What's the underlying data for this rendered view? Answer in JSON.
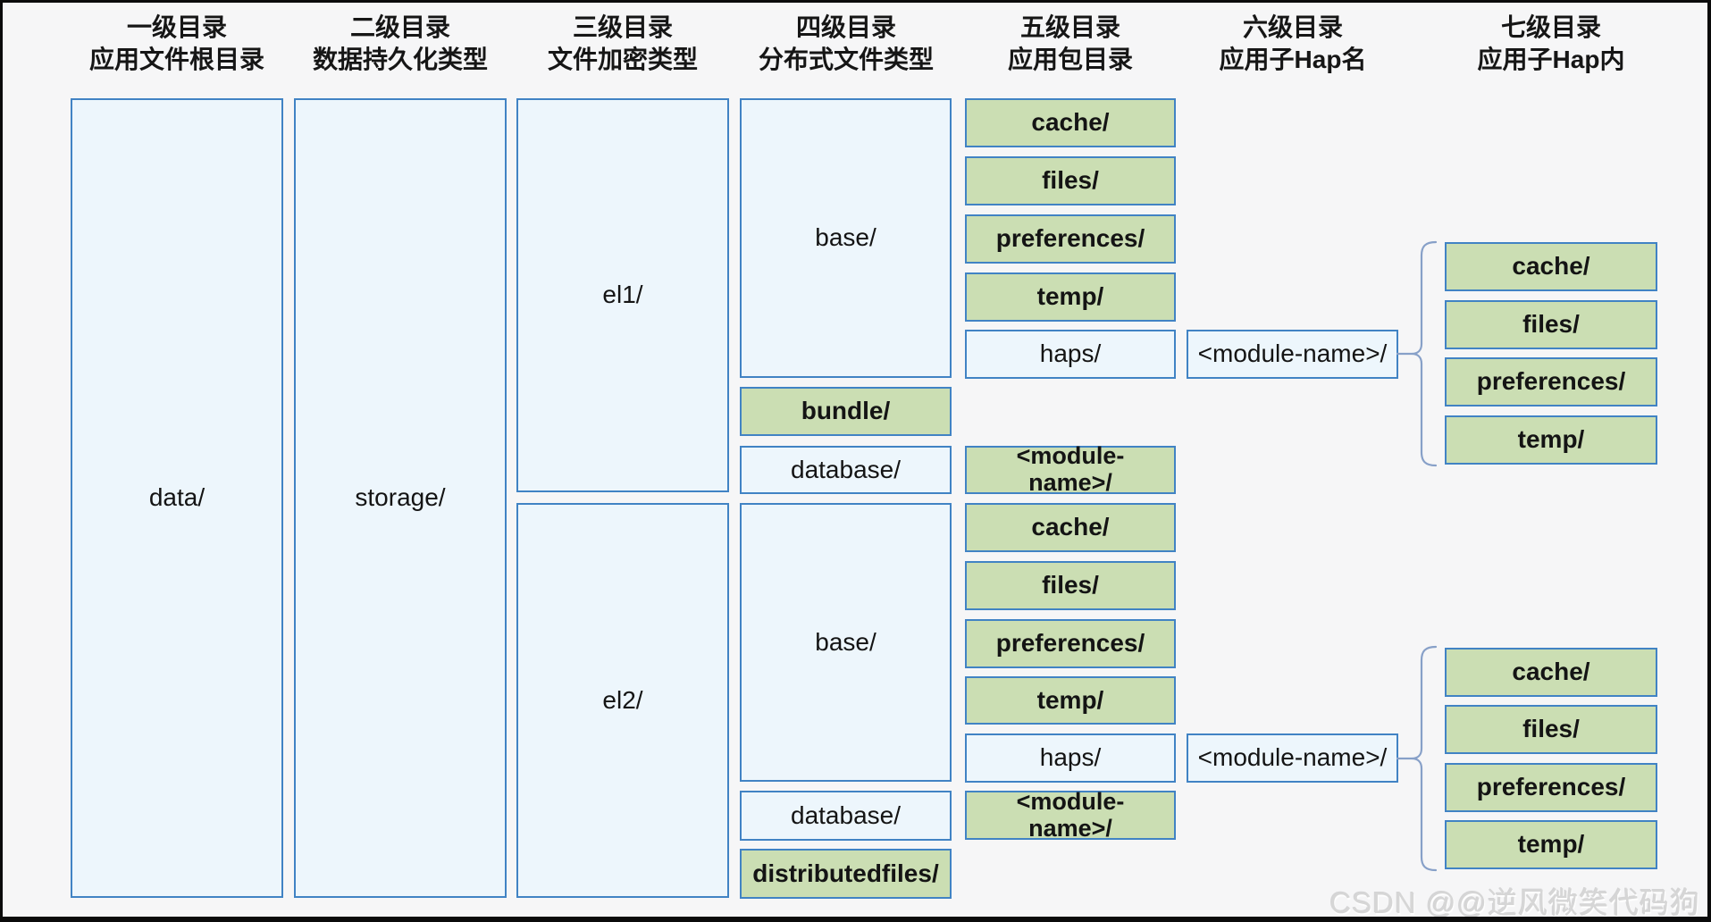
{
  "headers": [
    {
      "line1": "一级目录",
      "line2": "应用文件根目录"
    },
    {
      "line1": "二级目录",
      "line2": "数据持久化类型"
    },
    {
      "line1": "三级目录",
      "line2": "文件加密类型"
    },
    {
      "line1": "四级目录",
      "line2": "分布式文件类型"
    },
    {
      "line1": "五级目录",
      "line2": "应用包目录"
    },
    {
      "line1": "六级目录",
      "line2": "应用子Hap名"
    },
    {
      "line1": "七级目录",
      "line2": "应用子Hap内"
    }
  ],
  "level1": {
    "label": "data/"
  },
  "level2": {
    "label": "storage/"
  },
  "level3": {
    "el1": "el1/",
    "el2": "el2/"
  },
  "el1": {
    "level4_base": "base/",
    "level4_bundle": "bundle/",
    "level4_database": "database/",
    "level5": {
      "cache": "cache/",
      "files": "files/",
      "preferences": "preferences/",
      "temp": "temp/",
      "haps": "haps/"
    },
    "level5_module_line1": "<module-",
    "level5_module_line2": "name>/",
    "level6_module": "<module-name>/",
    "level7": {
      "cache": "cache/",
      "files": "files/",
      "preferences": "preferences/",
      "temp": "temp/"
    }
  },
  "el2": {
    "level4_base": "base/",
    "level4_database": "database/",
    "level4_distributedfiles": "distributedfiles/",
    "level5": {
      "cache": "cache/",
      "files": "files/",
      "preferences": "preferences/",
      "temp": "temp/",
      "haps": "haps/"
    },
    "level5_module_line1": "<module-",
    "level5_module_line2": "name>/",
    "level6_module": "<module-name>/",
    "level7": {
      "cache": "cache/",
      "files": "files/",
      "preferences": "preferences/",
      "temp": "temp/"
    }
  },
  "watermark": "CSDN @@逆风微笑代码狗",
  "colors": {
    "box_border": "#4183c4",
    "green_fill": "#cbdeb3",
    "blue_fill": "#edf6fc",
    "background": "#f6f6f7",
    "brace": "#87a0c8",
    "watermark": "#d6d6d6"
  }
}
